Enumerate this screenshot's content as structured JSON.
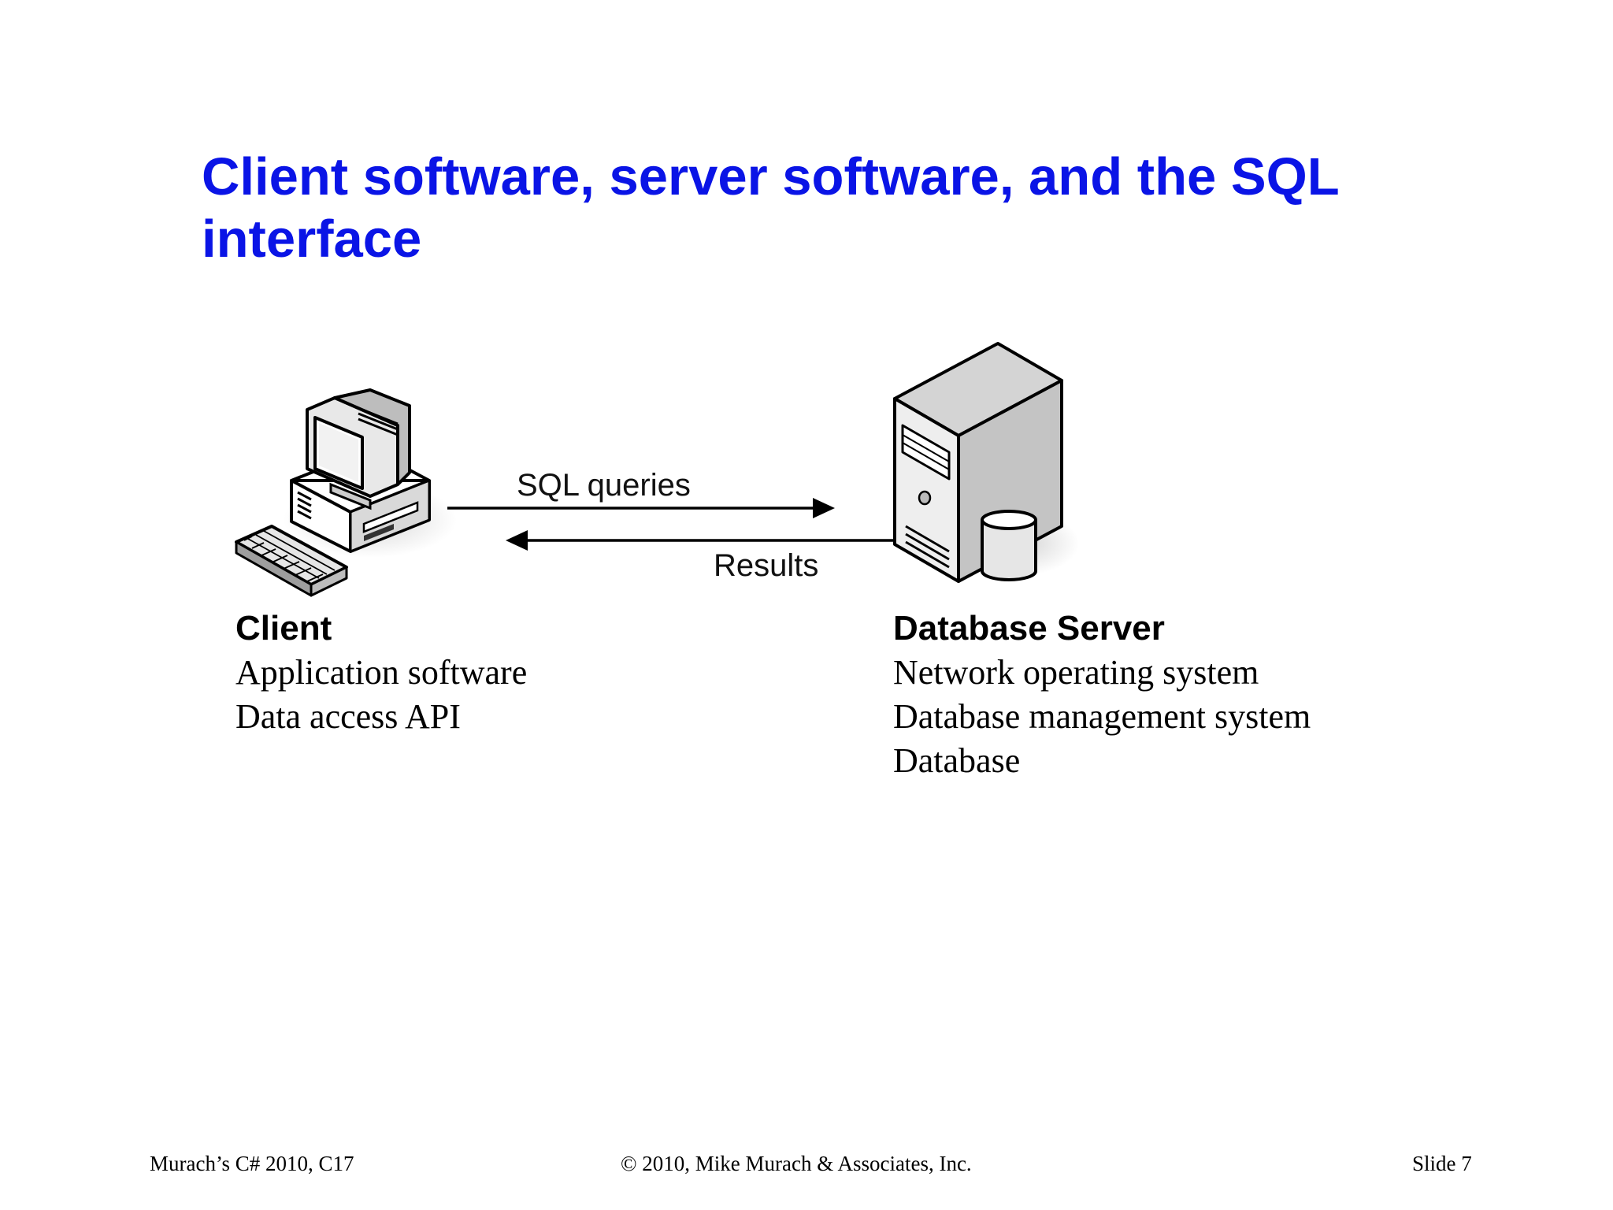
{
  "slide": {
    "title": "Client software, server software, and the SQL interface"
  },
  "diagram": {
    "arrows": {
      "request_label": "SQL queries",
      "response_label": "Results"
    },
    "client": {
      "icon": "desktop-computer-icon",
      "heading": "Client",
      "lines": [
        "Application software",
        "Data access API"
      ]
    },
    "server": {
      "icon": "server-tower-icon",
      "heading": "Database Server",
      "lines": [
        "Network operating system",
        "Database management system",
        "Database"
      ]
    }
  },
  "footer": {
    "left": "Murach’s C#  2010, C17",
    "center": "© 2010, Mike Murach & Associates, Inc.",
    "right": "Slide 7"
  },
  "colors": {
    "title": "#0a14e6",
    "text": "#000000"
  }
}
